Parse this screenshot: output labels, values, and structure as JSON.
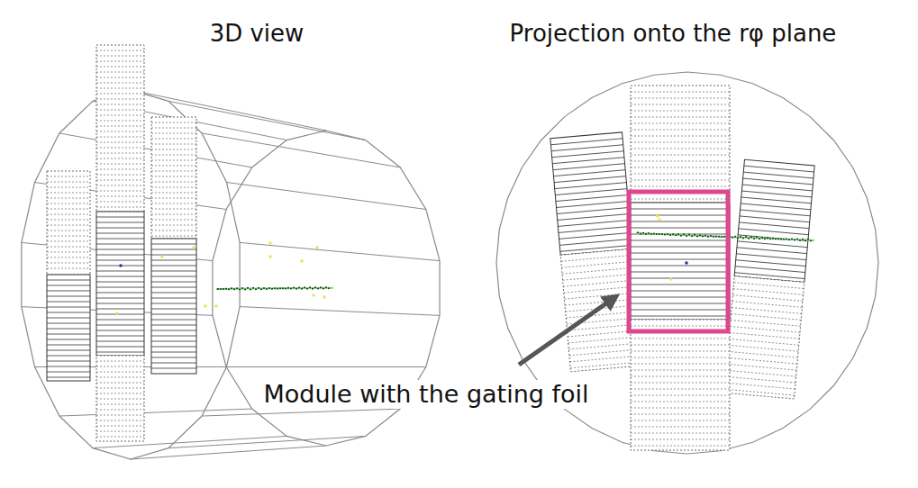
{
  "diagram": {
    "labels": [
      "3D view",
      "Projection onto the rφ plane",
      "Module with the gating foil"
    ]
  }
}
